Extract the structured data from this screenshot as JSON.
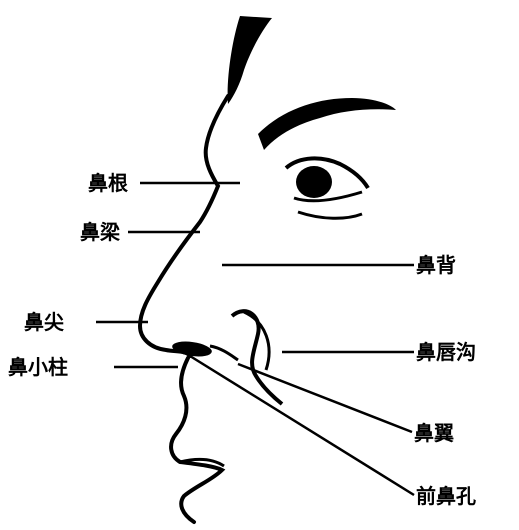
{
  "labels": {
    "nasal_root": "鼻根",
    "nasal_bridge": "鼻梁",
    "nasal_tip": "鼻尖",
    "columella": "鼻小柱",
    "nasal_dorsum": "鼻背",
    "nasolabial_groove": "鼻唇沟",
    "nasal_ala": "鼻翼",
    "anterior_naris": "前鼻孔"
  },
  "colors": {
    "ink": "#000000",
    "background": "#ffffff"
  }
}
